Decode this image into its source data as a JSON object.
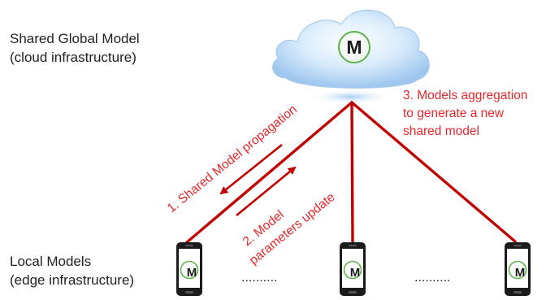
{
  "cloud": {
    "title_line1": "Shared Global Model",
    "title_line2": "(cloud infrastructure)",
    "model_letter": "M"
  },
  "edge": {
    "title_line1": "Local Models",
    "title_line2": "(edge infrastructure)",
    "device_count_shown": 3,
    "device_model_letter": "M",
    "ellipsis": ".........."
  },
  "steps": {
    "step1": "1. Shared Model propagation",
    "step2_line1": "2. Model",
    "step2_line2": "parameters update",
    "step3_line1": "3. Models aggregation",
    "step3_line2": "to generate a new",
    "step3_line3": "shared model"
  },
  "colors": {
    "link": "#c00000",
    "annotation": "#e8282b",
    "cloud_fill": "#cfe6fb",
    "model_ring": "#5fb34a"
  },
  "icons": [
    "cloud-icon",
    "smartphone-icon"
  ]
}
